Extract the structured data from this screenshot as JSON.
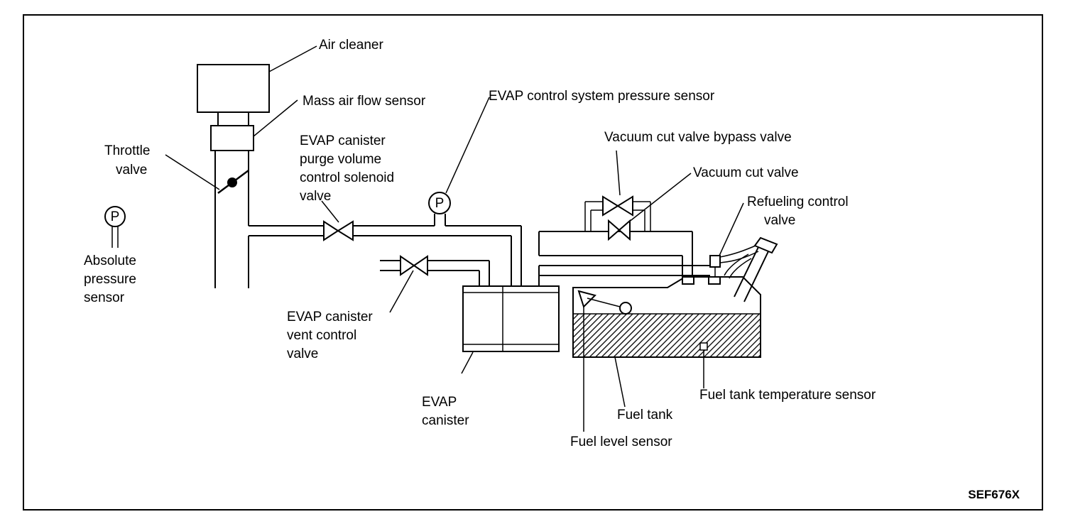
{
  "labels": {
    "air_cleaner": "Air cleaner",
    "mass_air_flow_sensor": "Mass air flow sensor",
    "throttle_valve": [
      "Throttle",
      "valve"
    ],
    "absolute_pressure_sensor": [
      "Absolute",
      "pressure",
      "sensor"
    ],
    "purge_valve": [
      "EVAP canister",
      "purge volume",
      "control solenoid",
      "valve"
    ],
    "pressure_sensor": "EVAP control system pressure sensor",
    "vacuum_cut_valve_bypass_valve": "Vacuum cut valve bypass valve",
    "vacuum_cut_valve": "Vacuum cut valve",
    "refueling_control_valve": [
      "Refueling control",
      "valve"
    ],
    "vent_control_valve": [
      "EVAP canister",
      "vent control",
      "valve"
    ],
    "evap_canister": [
      "EVAP",
      "canister"
    ],
    "fuel_tank_temperature_sensor": "Fuel tank temperature sensor",
    "fuel_tank": "Fuel tank",
    "fuel_level_sensor": "Fuel level sensor"
  },
  "sensor_symbol": "P",
  "figure_code": "SEF676X"
}
